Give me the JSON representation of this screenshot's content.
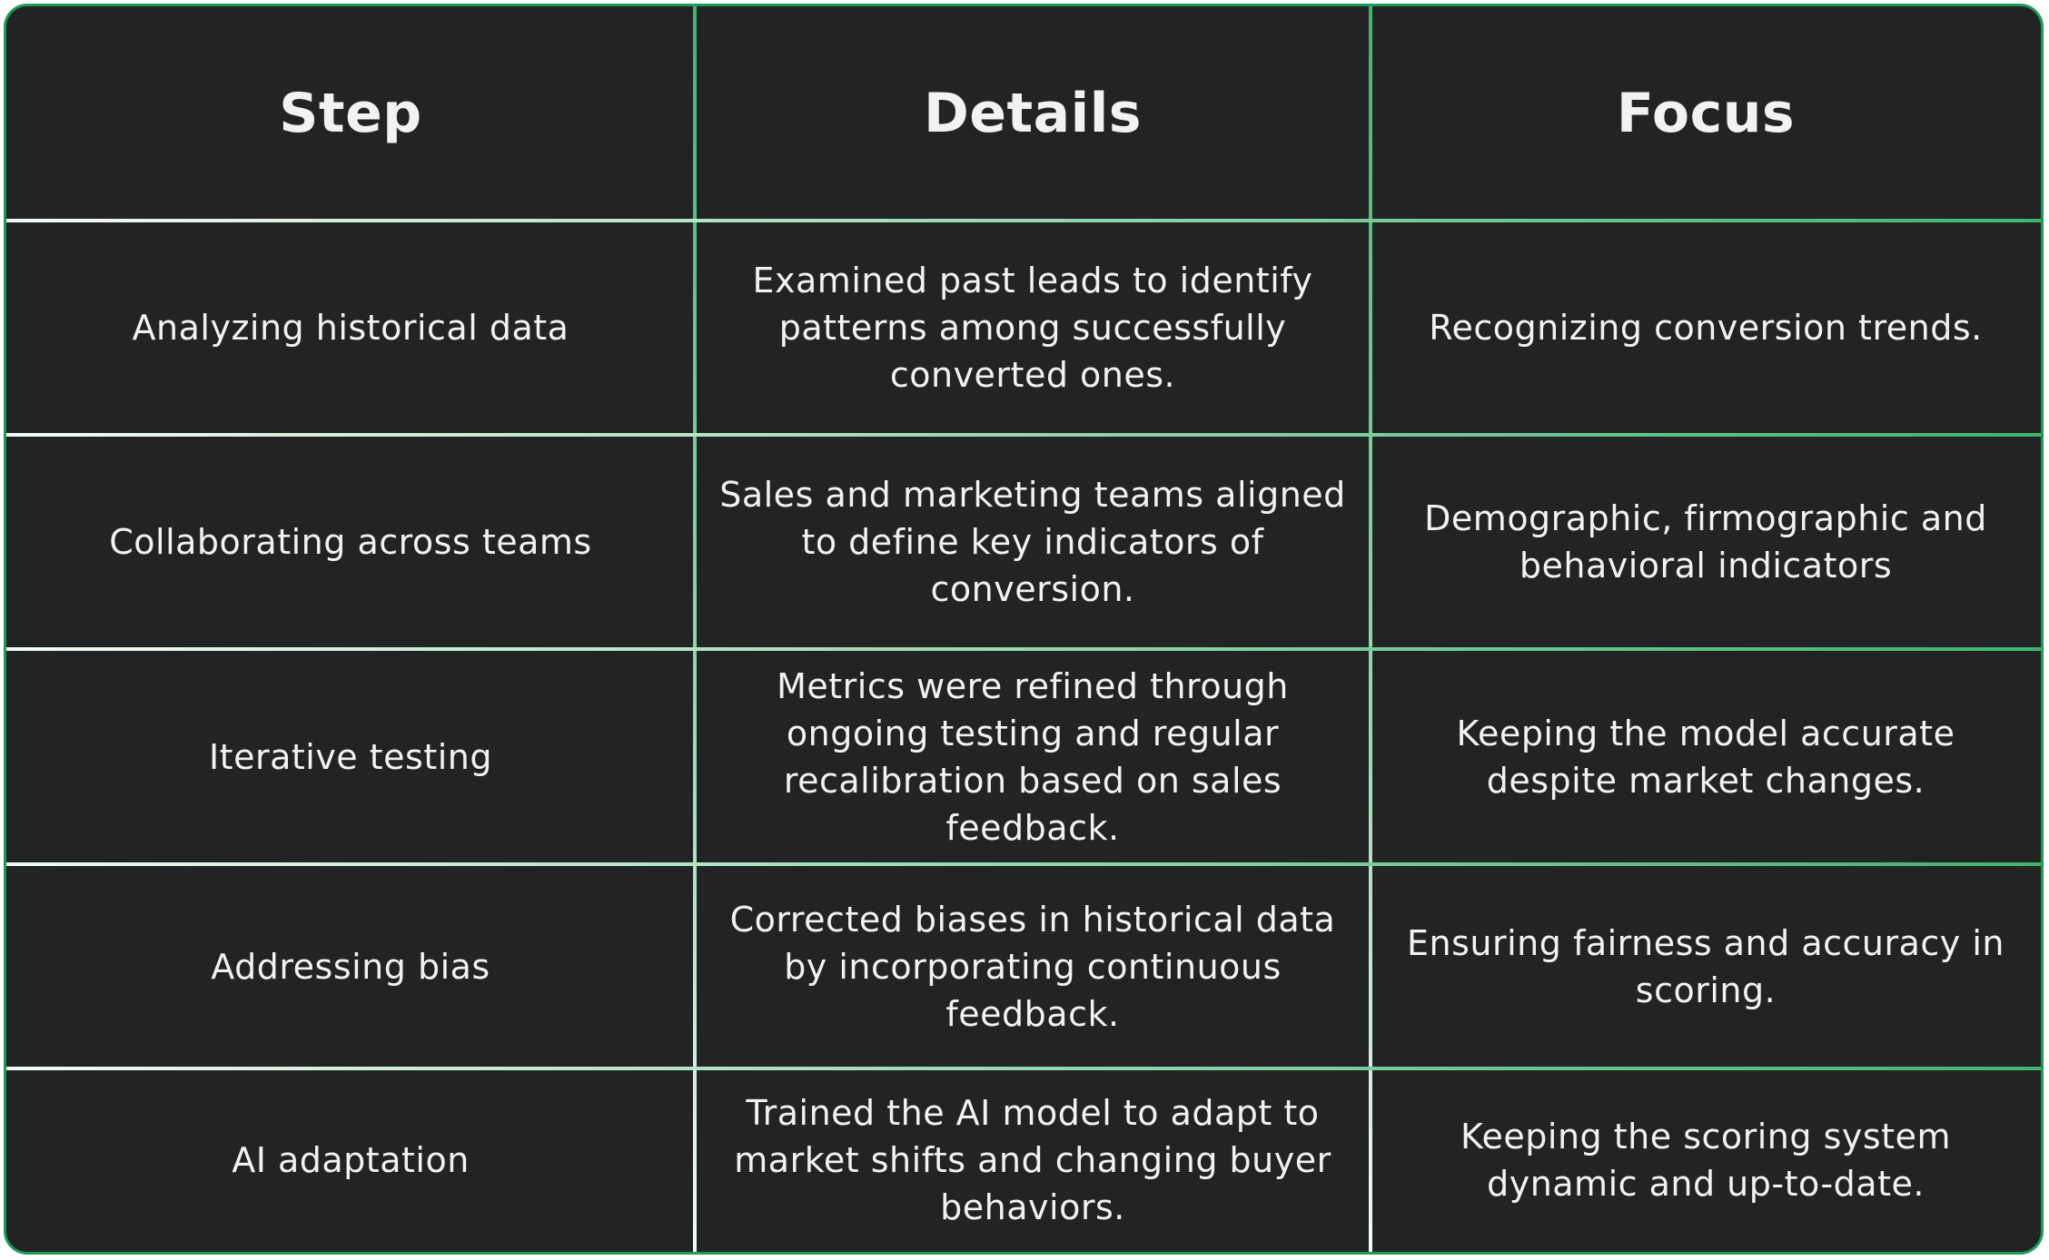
{
  "colors": {
    "background": "#222325",
    "border": "#1d9a55",
    "text": "#f2f2f2"
  },
  "table": {
    "headers": [
      "Step",
      "Details",
      "Focus"
    ],
    "rows": [
      {
        "step": "Analyzing historical data",
        "details": "Examined past leads to identify patterns among successfully converted ones.",
        "focus": "Recognizing conversion trends."
      },
      {
        "step": "Collaborating across teams",
        "details": "Sales and marketing teams aligned to define key indicators of conversion.",
        "focus": "Demographic, firmographic and behavioral indicators"
      },
      {
        "step": "Iterative testing",
        "details": "Metrics were refined through ongoing testing and regular recalibration based on sales feedback.",
        "focus": "Keeping the model accurate despite market changes."
      },
      {
        "step": "Addressing bias",
        "details": "Corrected biases in historical data by incorporating continuous feedback.",
        "focus": "Ensuring fairness and accuracy in scoring."
      },
      {
        "step": "AI adaptation",
        "details": "Trained the AI model to adapt to market shifts and changing buyer behaviors.",
        "focus": "Keeping the scoring system dynamic and up-to-date."
      }
    ]
  }
}
